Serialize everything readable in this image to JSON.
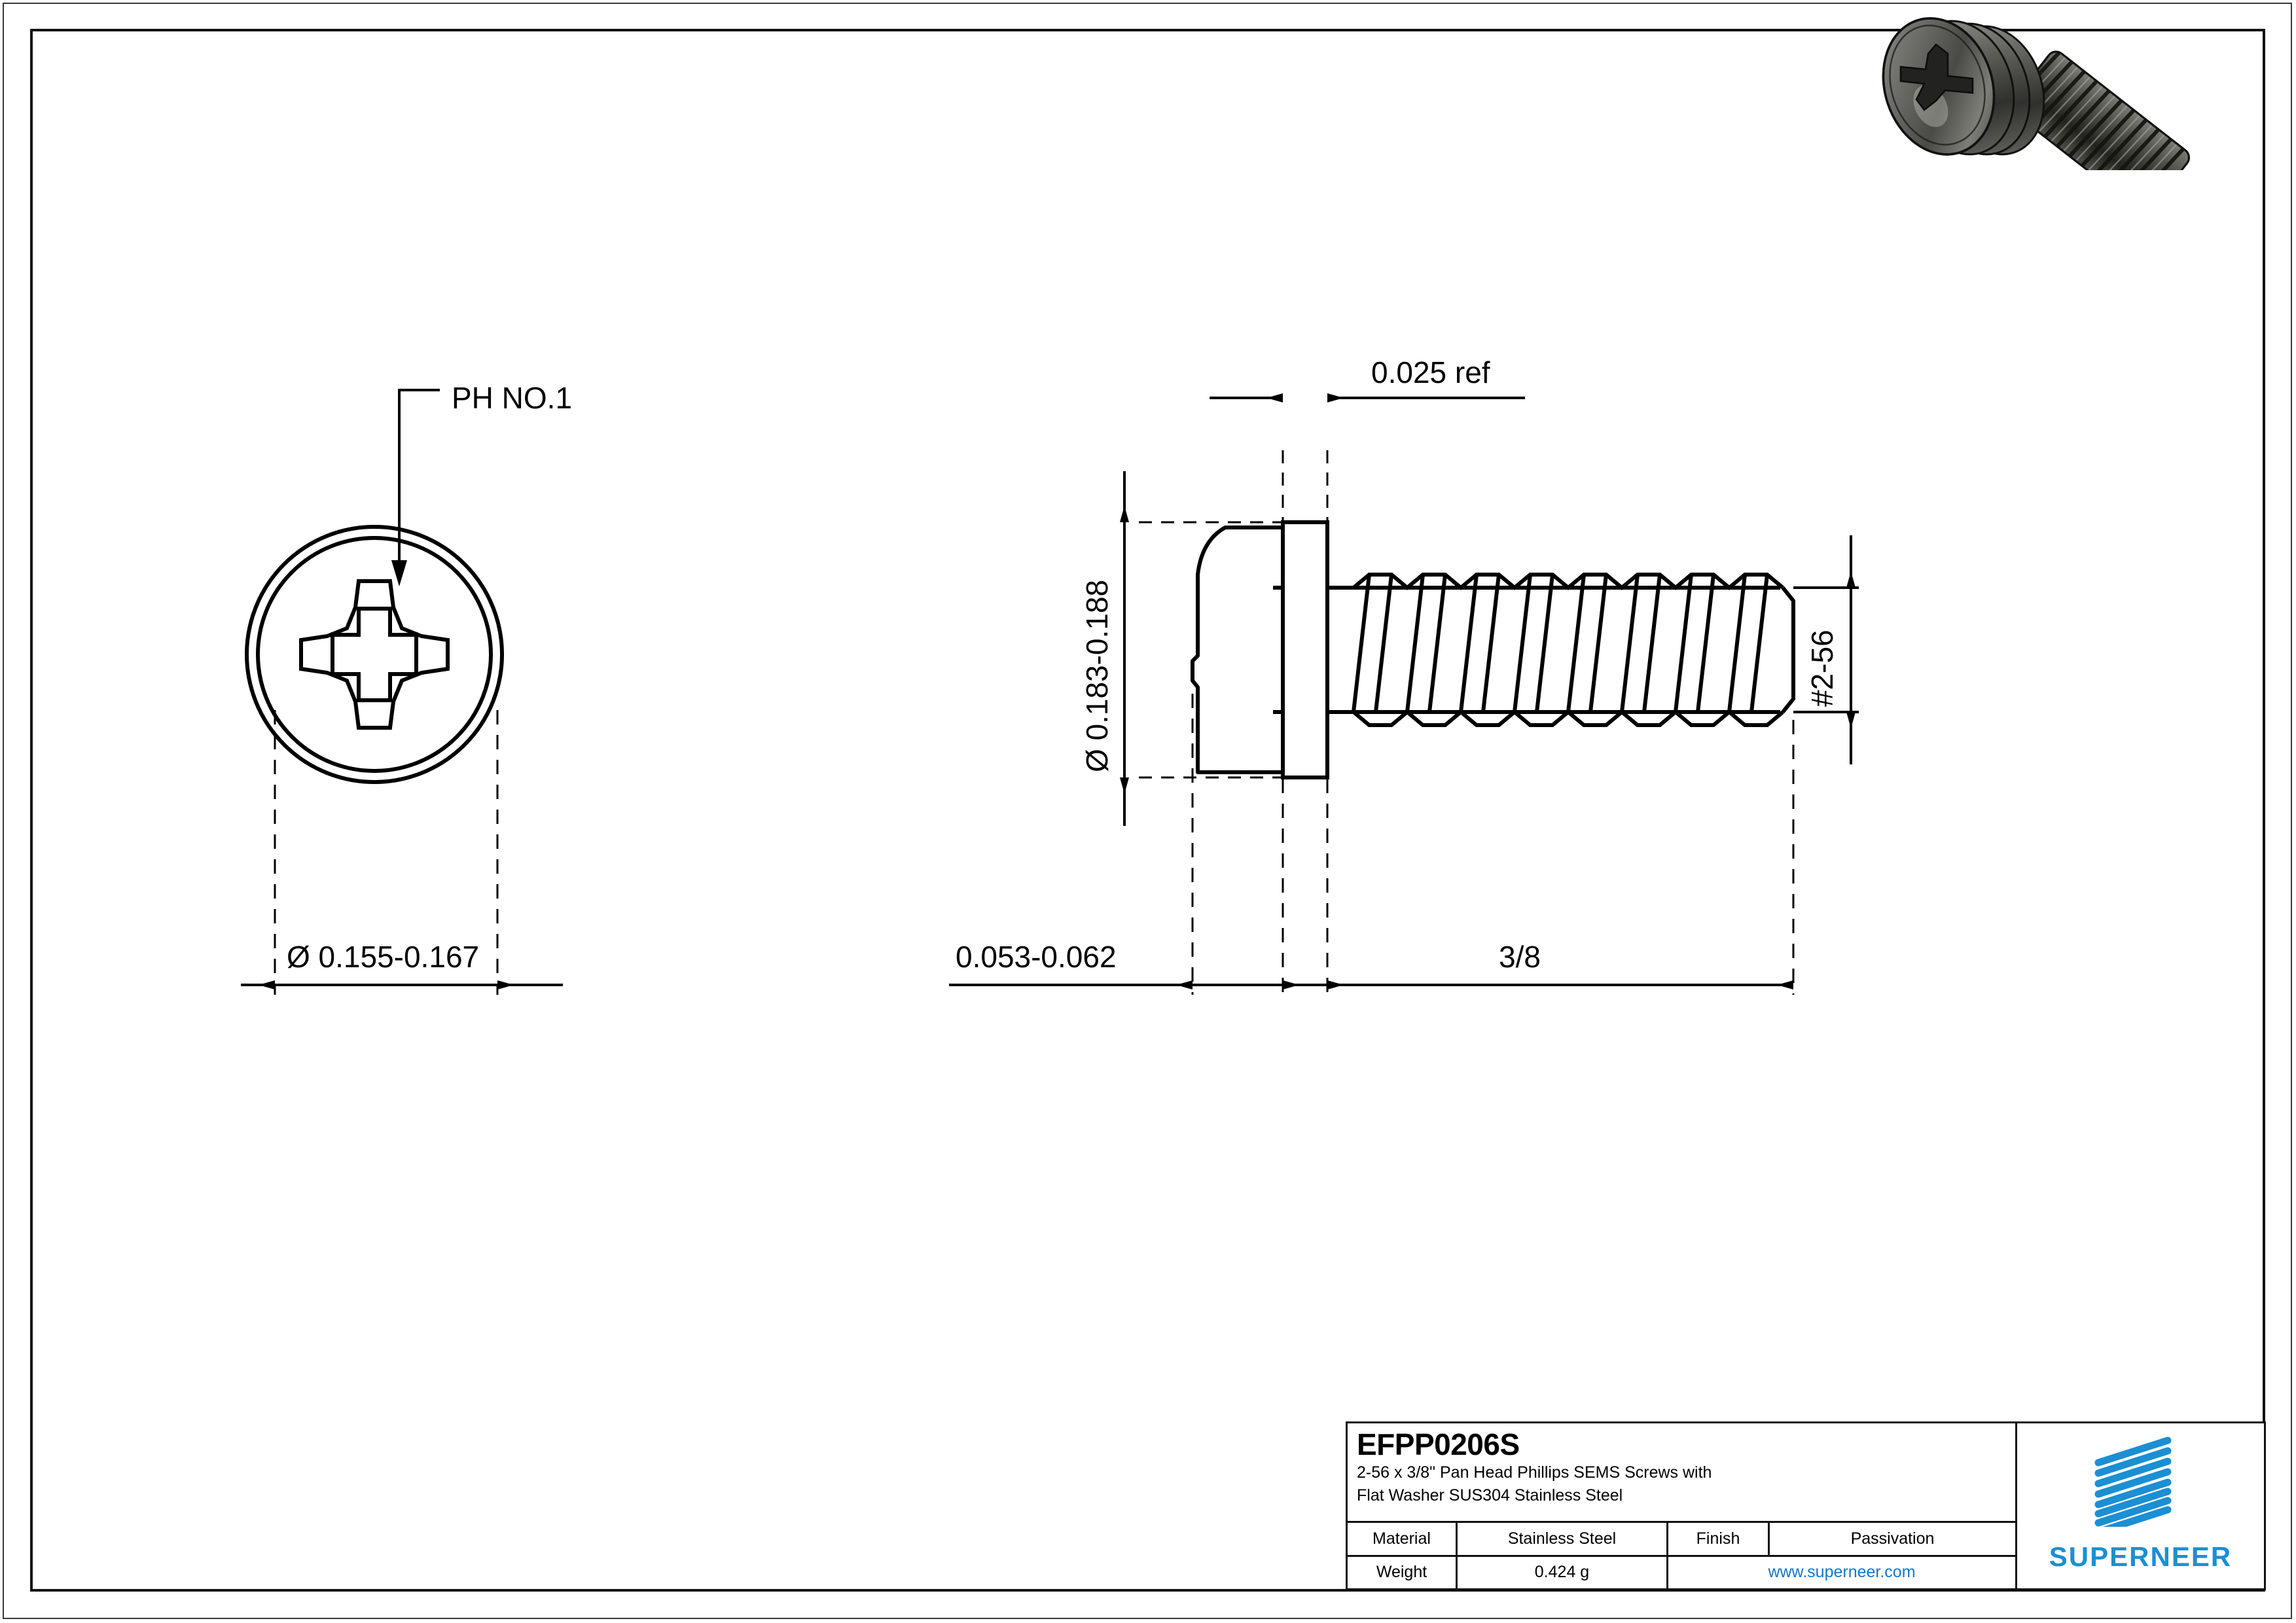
{
  "drawing": {
    "views": {
      "front_view": {
        "name": "head-end-view",
        "callout_label": "PH NO.1",
        "diameter_dimension": "Ø 0.155-0.167"
      },
      "side_view": {
        "name": "side-profile-view",
        "washer_thickness_dimension": "0.025 ref",
        "head_diameter_dimension": "Ø 0.183-0.188",
        "thread_size_dimension": "#2-56",
        "head_height_dimension": "0.053-0.062",
        "length_dimension": "3/8"
      }
    },
    "isometric_render": {
      "name": "pan-head-sems-screw-3d",
      "body_color": "#4a4a48",
      "highlight_color": "#b8b8b4",
      "shadow_color": "#1c1c1a"
    }
  },
  "title_block": {
    "part_number": "EFPP0206S",
    "description_line_1": "2-56 x 3/8\" Pan Head Phillips SEMS Screws with",
    "description_line_2": "Flat Washer SUS304 Stainless Steel",
    "material_label": "Material",
    "material_value": "Stainless Steel",
    "finish_label": "Finish",
    "finish_value": "Passivation",
    "weight_label": "Weight",
    "weight_value": "0.424 g",
    "website": "www.superneer.com"
  },
  "logo": {
    "wordmark": "SUPERNEER",
    "brand_color": "#1B8FD4",
    "bar_count": 8
  }
}
